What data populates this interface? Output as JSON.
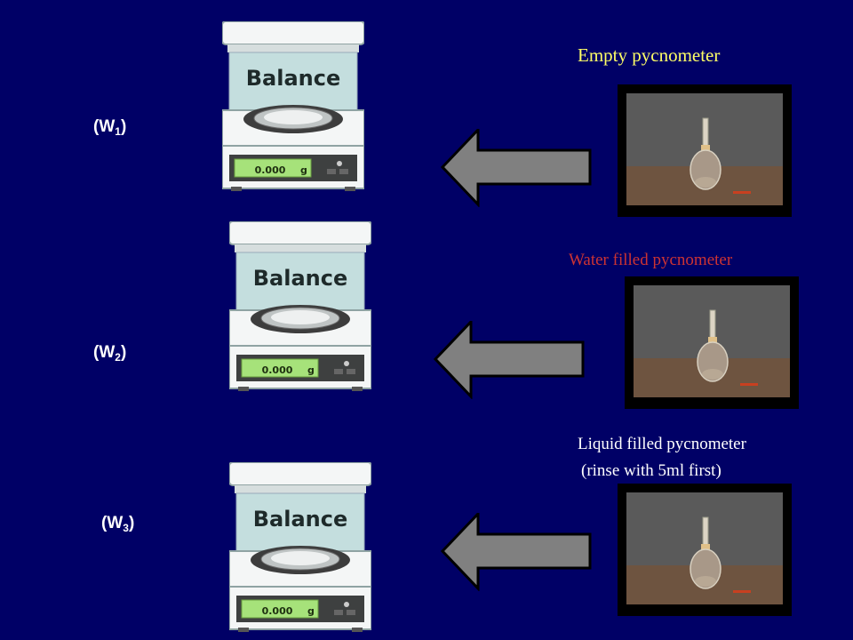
{
  "balance_label": "Balance",
  "display_reading": "0.000",
  "display_unit": "g",
  "rows": [
    {
      "weight_symbol": "W",
      "weight_subscript": "1",
      "caption": "Empty pycnometer",
      "caption_color": "#ffff66"
    },
    {
      "weight_symbol": "W",
      "weight_subscript": "2",
      "caption": "Water filled pycnometer",
      "caption_color": "#cc3333"
    },
    {
      "weight_symbol": "W",
      "weight_subscript": "3",
      "caption": "Liquid filled pycnometer",
      "caption_line2": "(rinse with 5ml first)",
      "caption_color": "#ffffff"
    }
  ],
  "colors": {
    "background": "#000066",
    "arrow": "#808080"
  }
}
